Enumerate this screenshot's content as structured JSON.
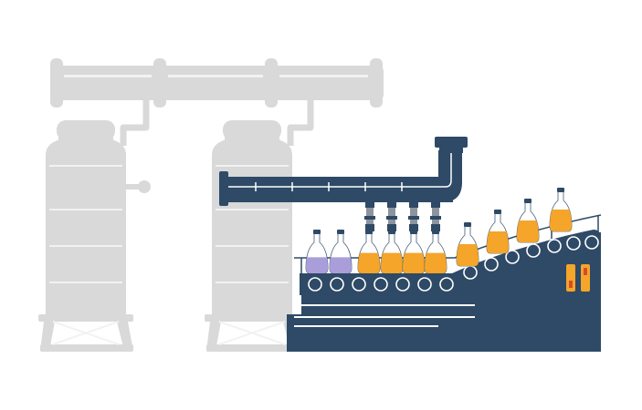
{
  "colors": {
    "background": "#ffffff",
    "machinery_gray": "#d9d9d9",
    "machinery_gray_outline": "#f2f2f2",
    "machine_navy": "#2e4a66",
    "nozzle_gray": "#8c959f",
    "bottle_orange": "#f4a52a",
    "bottle_orange_dark": "#e8911a",
    "bottle_violet": "#a99ed9",
    "bottle_glass": "#ffffff",
    "indicator_red": "#d94a2a",
    "indicator_yellow": "#f4a52a"
  },
  "icons": {
    "tanks": "storage-tank-icon",
    "pipes": "pipe-icon",
    "bottles": "bottle-icon",
    "conveyor": "conveyor-belt-icon"
  },
  "bottles": [
    {
      "fill": "violet",
      "level": 0.55
    },
    {
      "fill": "violet",
      "level": 0.55
    },
    {
      "fill": "orange",
      "level": 0.7
    },
    {
      "fill": "orange",
      "level": 0.7
    },
    {
      "fill": "orange",
      "level": 0.7
    },
    {
      "fill": "orange",
      "level": 0.7
    },
    {
      "fill": "orange",
      "level": 0.75
    },
    {
      "fill": "orange",
      "level": 0.75
    },
    {
      "fill": "orange",
      "level": 0.75
    },
    {
      "fill": "orange",
      "level": 0.75
    }
  ]
}
